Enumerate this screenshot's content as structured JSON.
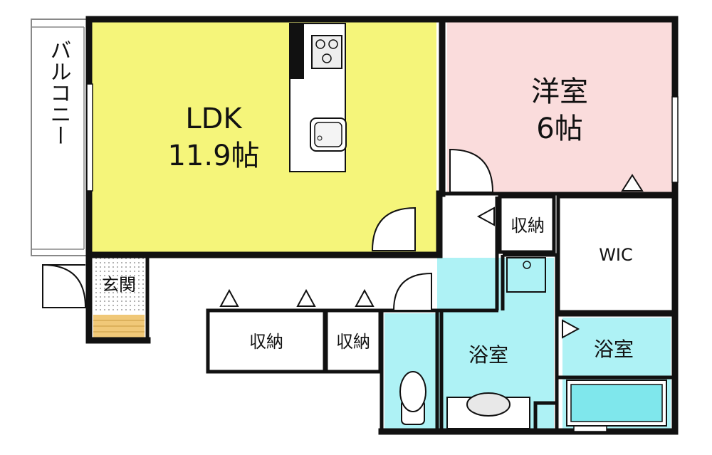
{
  "plan": {
    "rooms": {
      "ldk": {
        "name": "LDK",
        "size": "11.9帖"
      },
      "western": {
        "name": "洋室",
        "size": "6帖"
      },
      "storage_hall": "収納",
      "wic": "WIC",
      "storage_1": "収納",
      "storage_2": "収納",
      "bath": "浴室",
      "bath_2": "浴室",
      "entrance": "玄関",
      "balcony": "バルコニー"
    },
    "colors": {
      "ldk": "#f5f57a",
      "western": "#fadcdc",
      "wet": "#aef2f5",
      "genkan_floor": "#f0c878",
      "wall": "#111111",
      "floor": "#ffffff"
    }
  }
}
